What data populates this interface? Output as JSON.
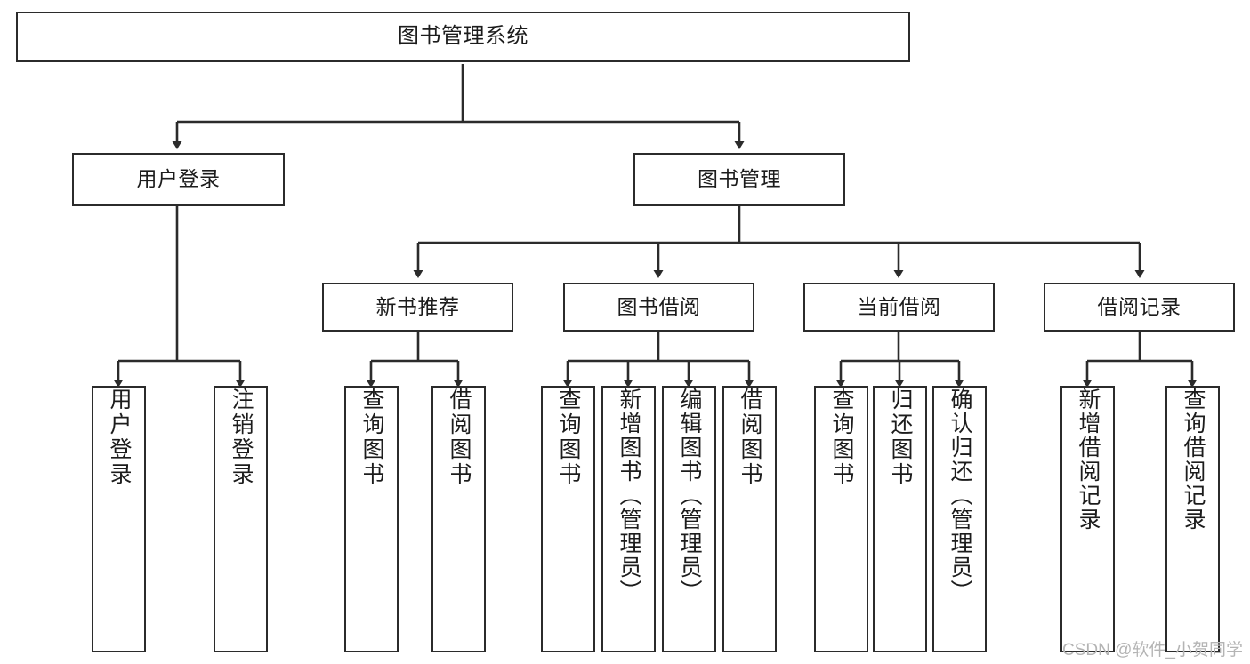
{
  "diagram": {
    "title": "图书管理系统",
    "type": "hierarchy-tree",
    "stroke_color": "#2b2b2b",
    "text_color": "#1c1c1c",
    "background_color": "#ffffff"
  },
  "root": {
    "label": "图书管理系统"
  },
  "level1": [
    {
      "label": "用户登录"
    },
    {
      "label": "图书管理"
    }
  ],
  "level2": [
    {
      "label": "新书推荐"
    },
    {
      "label": "图书借阅"
    },
    {
      "label": "当前借阅"
    },
    {
      "label": "借阅记录"
    }
  ],
  "leaves": {
    "user_login": [
      {
        "label": "用户登录"
      },
      {
        "label": "注销登录"
      }
    ],
    "new_book": [
      {
        "label": "查询图书"
      },
      {
        "label": "借阅图书"
      }
    ],
    "book_borrow": [
      {
        "label": "查询图书"
      },
      {
        "label": "新增图书（管理员）"
      },
      {
        "label": "编辑图书（管理员）"
      },
      {
        "label": "借阅图书"
      }
    ],
    "current_borrow": [
      {
        "label": "查询图书"
      },
      {
        "label": "归还图书"
      },
      {
        "label": "确认归还（管理员）"
      }
    ],
    "borrow_record": [
      {
        "label": "新增借阅记录"
      },
      {
        "label": "查询借阅记录"
      }
    ]
  },
  "watermark": {
    "text": "CSDN @软件_小贺同学"
  }
}
